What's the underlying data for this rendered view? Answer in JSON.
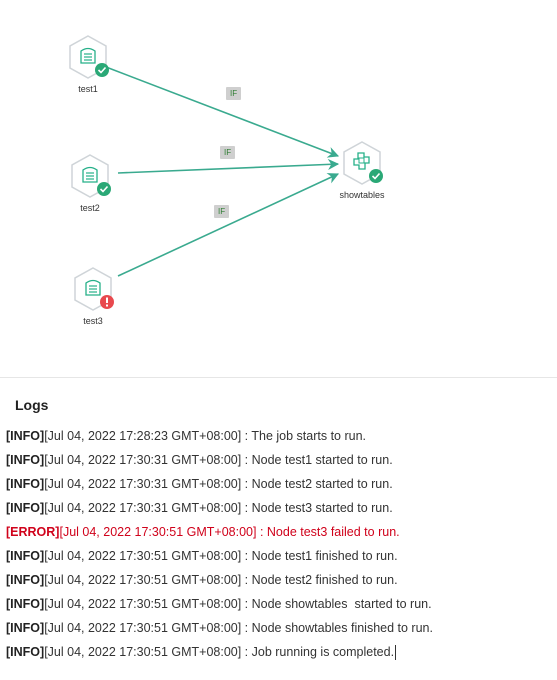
{
  "colors": {
    "edge": "#3aaa8f",
    "success": "#2aa876",
    "error": "#e8494e",
    "node_icon": "#26b089",
    "error_text": "#d0021b"
  },
  "graph": {
    "nodes": [
      {
        "id": "test1",
        "label": "test1",
        "icon": "table-icon",
        "status": "success",
        "status_icon": "check-icon"
      },
      {
        "id": "test2",
        "label": "test2",
        "icon": "table-icon",
        "status": "success",
        "status_icon": "check-icon"
      },
      {
        "id": "test3",
        "label": "test3",
        "icon": "table-icon",
        "status": "error",
        "status_icon": "exclamation-icon"
      },
      {
        "id": "showtables",
        "label": "showtables",
        "icon": "puzzle-icon",
        "status": "success",
        "status_icon": "check-icon"
      }
    ],
    "edges": [
      {
        "from": "test1",
        "to": "showtables",
        "label": "IF"
      },
      {
        "from": "test2",
        "to": "showtables",
        "label": "IF"
      },
      {
        "from": "test3",
        "to": "showtables",
        "label": "IF"
      }
    ]
  },
  "logs": {
    "title": "Logs",
    "entries": [
      {
        "level": "[INFO]",
        "text": "[Jul 04, 2022 17:28:23 GMT+08:00] : The job starts to run."
      },
      {
        "level": "[INFO]",
        "text": "[Jul 04, 2022 17:30:31 GMT+08:00] : Node test1 started to run."
      },
      {
        "level": "[INFO]",
        "text": "[Jul 04, 2022 17:30:31 GMT+08:00] : Node test2 started to run."
      },
      {
        "level": "[INFO]",
        "text": "[Jul 04, 2022 17:30:31 GMT+08:00] : Node test3 started to run."
      },
      {
        "level": "[ERROR]",
        "text": "[Jul 04, 2022 17:30:51 GMT+08:00] : Node test3 failed to run."
      },
      {
        "level": "[INFO]",
        "text": "[Jul 04, 2022 17:30:51 GMT+08:00] : Node test1 finished to run."
      },
      {
        "level": "[INFO]",
        "text": "[Jul 04, 2022 17:30:51 GMT+08:00] : Node test2 finished to run."
      },
      {
        "level": "[INFO]",
        "text": "[Jul 04, 2022 17:30:51 GMT+08:00] : Node showtables  started to run."
      },
      {
        "level": "[INFO]",
        "text": "[Jul 04, 2022 17:30:51 GMT+08:00] : Node showtables finished to run."
      },
      {
        "level": "[INFO]",
        "text": "[Jul 04, 2022 17:30:51 GMT+08:00] : Job running is completed."
      }
    ]
  }
}
